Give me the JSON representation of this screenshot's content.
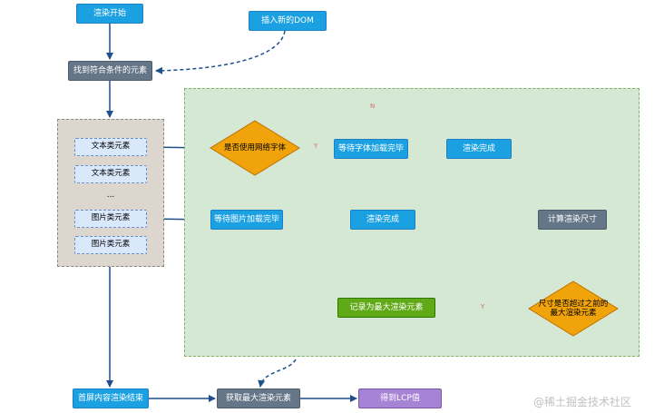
{
  "nodes": {
    "render_start": "渲染开始",
    "insert_dom": "插入新的DOM",
    "find_elements": "找到符合条件的元素",
    "text_elem_1": "文本类元素",
    "text_elem_2": "文本类元素",
    "ellipsis": "...",
    "image_elem_1": "图片类元素",
    "image_elem_2": "图片类元素",
    "use_web_font": "是否使用网络字体",
    "wait_font": "等待字体加载完毕",
    "render_done_1": "渲染完成",
    "wait_image": "等待图片加载完毕",
    "render_done_2": "渲染完成",
    "calc_size": "计算渲染尺寸",
    "size_exceeds": "尺寸是否超过之前的最大渲染元素",
    "record_max": "记录为最大渲染元素",
    "first_screen_done": "首屏内容渲染结束",
    "get_max": "获取最大渲染元素",
    "get_lcp": "得到LCP值"
  },
  "edge_labels": {
    "n_top": "N",
    "y_mid": "Y",
    "y_right": "Y"
  },
  "watermark": "@稀土掘金技术社区",
  "colors": {
    "blue": "#1ba1e2",
    "slate": "#647687",
    "green": "#60a917",
    "purple": "#a783d6",
    "diamond": "#f0a30a",
    "arrow": "#1f4e8c"
  }
}
